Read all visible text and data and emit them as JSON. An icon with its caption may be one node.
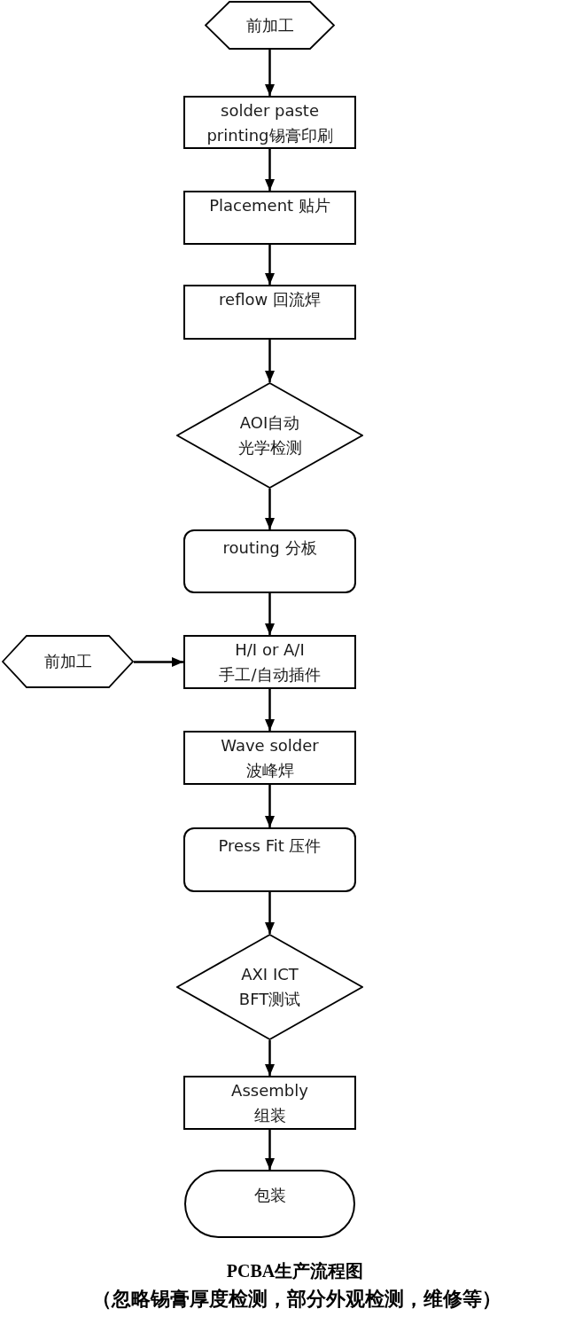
{
  "diagram": {
    "title": "PCBA生产流程图",
    "caption": "（忽略锡膏厚度检测，部分外观检测，维修等）",
    "nodes": [
      {
        "text": [
          "前加工"
        ]
      },
      {
        "text": [
          "solder paste printing锡膏印刷"
        ]
      },
      {
        "text": [
          "Placement 贴片"
        ]
      },
      {
        "text": [
          "reflow 回流焊"
        ]
      },
      {
        "text": [
          "AOI自动光学检测"
        ]
      },
      {
        "text": [
          "routing 分板"
        ]
      },
      {
        "text": [
          "前加工"
        ]
      },
      {
        "text": [
          "H/I or A/I",
          "手工/自动插件"
        ]
      },
      {
        "text": [
          "Wave solder",
          "波峰焊"
        ]
      },
      {
        "text": [
          "Press Fit 压件"
        ]
      },
      {
        "text": [
          "AXI ICT BFT测试"
        ]
      },
      {
        "text": [
          "Assembly",
          "组装"
        ]
      },
      {
        "text": [
          "包装"
        ]
      }
    ],
    "edges": [
      {
        "from": 0,
        "to": 1,
        "arrow": "to"
      },
      {
        "from": 1,
        "to": 2,
        "arrow": "to"
      },
      {
        "from": 2,
        "to": 3,
        "arrow": "to"
      },
      {
        "from": 3,
        "to": 4,
        "arrow": "to"
      },
      {
        "from": 4,
        "to": 5,
        "arrow": "to"
      },
      {
        "from": 5,
        "to": 7,
        "arrow": "to"
      },
      {
        "from": 6,
        "to": 7,
        "arrow": "to"
      },
      {
        "from": 7,
        "to": 8,
        "arrow": "to"
      },
      {
        "from": 8,
        "to": 9,
        "arrow": "to"
      },
      {
        "from": 9,
        "to": 10,
        "arrow": "to"
      },
      {
        "from": 10,
        "to": 11,
        "arrow": "to"
      },
      {
        "from": 11,
        "to": 12,
        "arrow": "to"
      }
    ]
  }
}
